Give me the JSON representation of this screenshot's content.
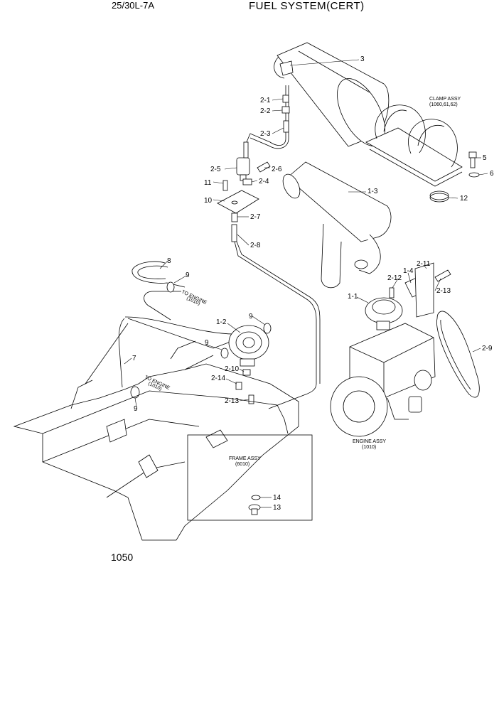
{
  "header": {
    "model": "25/30L-7A",
    "title": "FUEL SYSTEM(CERT)"
  },
  "page_number": "1050",
  "callouts": {
    "c3": "3",
    "c2_1": "2-1",
    "c2_2": "2-2",
    "c2_3": "2-3",
    "c2_5": "2-5",
    "c2_6": "2-6",
    "c11": "11",
    "c2_4": "2-4",
    "c10": "10",
    "c2_7": "2-7",
    "c2_8": "2-8",
    "c1_3": "1-3",
    "c5": "5",
    "c6": "6",
    "c12": "12",
    "c8": "8",
    "c9a": "9",
    "c9b": "9",
    "c9c": "9",
    "c9d": "9",
    "c1_2": "1-2",
    "c7": "7",
    "c2_10": "2-10",
    "c2_14": "2-14",
    "c2_13a": "2-13",
    "c1_1": "1-1",
    "c2_12": "2-12",
    "c1_4": "1-4",
    "c2_11": "2-11",
    "c2_13b": "2-13",
    "c2_9": "2-9",
    "c14": "14",
    "c13": "13"
  },
  "notes": {
    "clamp_assy": "CLAMP ASSY",
    "clamp_ref": "(1060,61,62)",
    "engine_assy": "ENGINE ASSY",
    "engine_ref": "(1010)",
    "frame_assy": "FRAME ASSY",
    "frame_ref": "(6010)",
    "to_engine": "TO ENGINE",
    "to_engine_ref1": "(1010)",
    "to_engine_ref2": "(1010)"
  }
}
